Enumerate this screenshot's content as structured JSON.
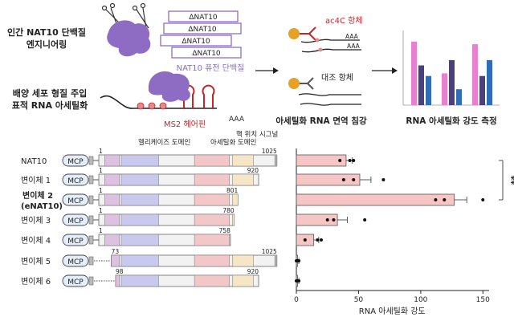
{
  "top": {
    "eng_label": [
      "인간 NAT10 단백질",
      "엔지니어링"
    ],
    "delta_labels": [
      "ΔNAT10",
      "ΔNAT10",
      "ΔNAT10",
      "ΔNAT10"
    ],
    "fusion_label": "NAT10 퓨전 단백질",
    "cell_label": [
      "배양 세포 형질 주입",
      "표적 RNA 아세틸화"
    ],
    "ms2_label": "MS2 헤어핀",
    "aaa": "AAA",
    "ac4c_label": "ac4C 항체",
    "control_label": "대조 항체",
    "ip_label": "아세틸화 RNA 면역 침강",
    "measure_label": "RNA 아세틸화 강도 측정",
    "bar_colors": [
      "#e87fd0",
      "#4b3f7e",
      "#2f6db8"
    ]
  },
  "domains": {
    "helicase": "헬리케이즈 도메인",
    "acetyl": "아세틸화 도메인",
    "nls": "핵 위치 시그널"
  },
  "constructs": [
    {
      "name": "NAT10",
      "bold": false,
      "start": "1",
      "end": "1025"
    },
    {
      "name": "변이체 1",
      "bold": false,
      "start": "1",
      "end": "920"
    },
    {
      "name": "변이체 2",
      "sub": "(eNAT10)",
      "bold": true,
      "start": "1",
      "end": "801"
    },
    {
      "name": "변이체 3",
      "bold": false,
      "start": "1",
      "end": "780"
    },
    {
      "name": "변이체 4",
      "bold": false,
      "start": "1",
      "end": "758"
    },
    {
      "name": "변이체 5",
      "bold": false,
      "start": "73",
      "end": "1025"
    },
    {
      "name": "변이체 6",
      "bold": false,
      "start": "98",
      "end": "920"
    }
  ],
  "mcp": "MCP",
  "chart_data": {
    "type": "bar",
    "orientation": "horizontal",
    "categories": [
      "NAT10",
      "변이체 1",
      "변이체 2 (eNAT10)",
      "변이체 3",
      "변이체 4",
      "변이체 5",
      "변이체 6"
    ],
    "values": [
      40,
      51,
      127,
      33,
      14,
      1,
      1
    ],
    "errors": [
      5,
      9,
      10,
      8,
      4,
      1,
      1
    ],
    "points": [
      [
        35,
        43,
        46
      ],
      [
        38,
        46,
        70
      ],
      [
        112,
        119,
        150
      ],
      [
        25,
        30,
        55
      ],
      [
        7,
        17,
        20
      ],
      [
        0,
        1,
        2
      ],
      [
        0,
        1,
        2
      ]
    ],
    "xlabel": "RNA 아세틸화 강도",
    "xlim": [
      0,
      155
    ],
    "xticks": [
      "0",
      "50",
      "100",
      "150"
    ],
    "significance": "**",
    "bar_color": "#f5c6c4"
  }
}
